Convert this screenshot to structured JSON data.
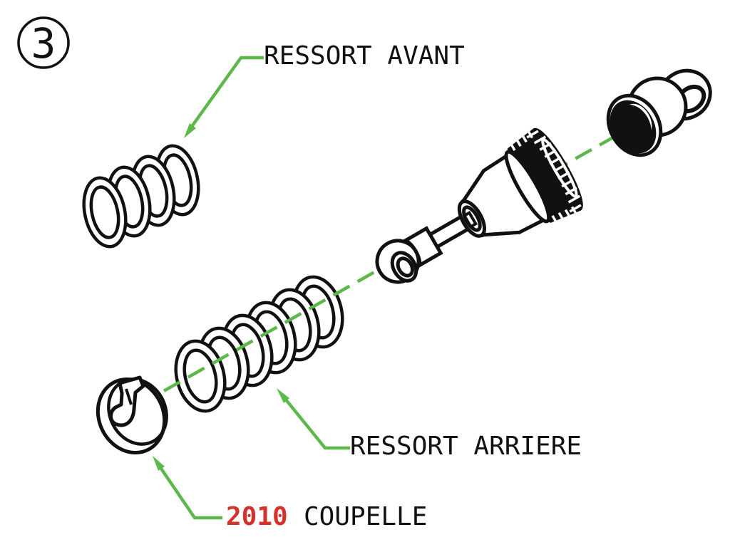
{
  "figure": {
    "number": "3"
  },
  "callouts": {
    "front_spring": {
      "label": "RESSORT AVANT"
    },
    "rear_spring": {
      "label": "RESSORT ARRIERE"
    },
    "cup": {
      "part_number": "2010",
      "label": "COUPELLE"
    }
  },
  "colors": {
    "leader_green": "#5cb84a",
    "part_number_red": "#d2332a",
    "ink": "#111111",
    "background": "#ffffff"
  }
}
